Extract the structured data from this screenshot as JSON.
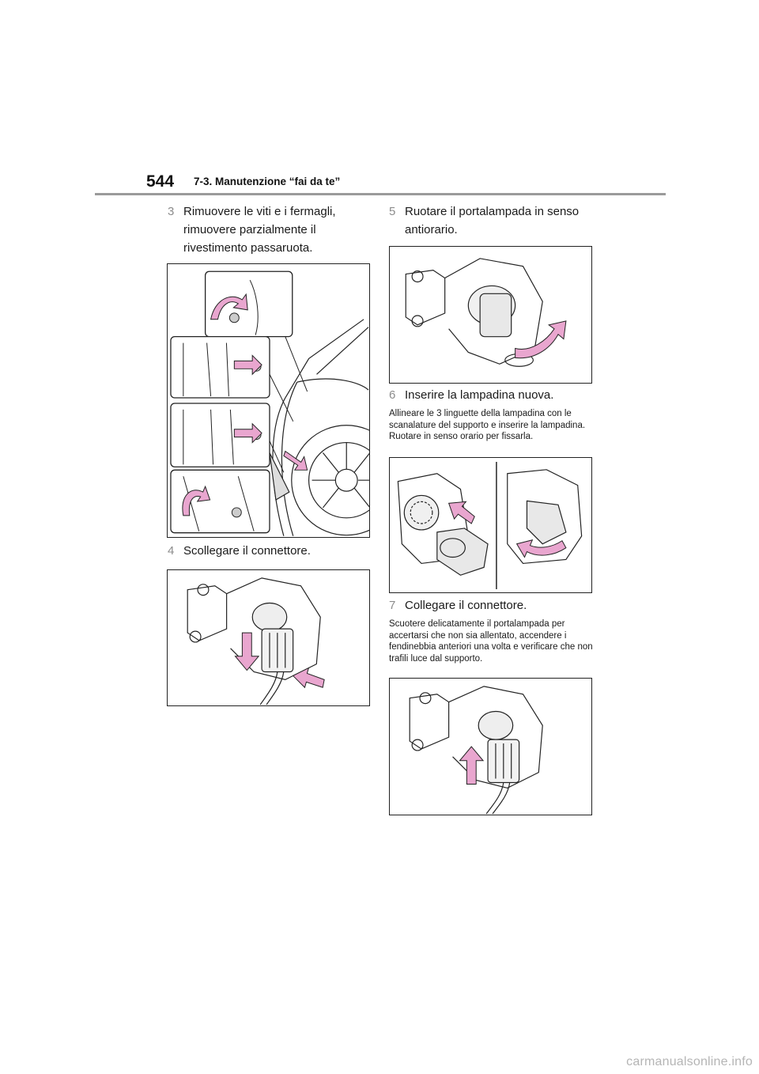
{
  "header": {
    "page_number": "544",
    "section_title": "7-3. Manutenzione “fai da te”"
  },
  "steps": [
    {
      "number": "3",
      "text": "Rimuovere le viti e i fermagli, rimuovere parzialmente il rivestimento passaruota."
    },
    {
      "number": "4",
      "text": "Scollegare il connettore."
    },
    {
      "number": "5",
      "text": "Ruotare il portalampada in senso antiorario."
    },
    {
      "number": "6",
      "text": "Inserire la lampadina nuova.",
      "note": "Allineare le 3 linguette della lampadina con le scanalature del supporto e inserire la lampadina. Ruotare in senso orario per fissarla."
    },
    {
      "number": "7",
      "text": "Collegare il connettore.",
      "note": "Scuotere delicatamente il portalampada per accertarsi che non sia allentato, accendere i fendinebbia anteriori una volta e verificare che non trafili luce dal supporto."
    }
  ],
  "colors": {
    "accent_arrow": "#e9a6cf",
    "step_number": "#8c8c8c",
    "rule": "#9a9a9a"
  },
  "watermark": "carmanualsonline.info"
}
